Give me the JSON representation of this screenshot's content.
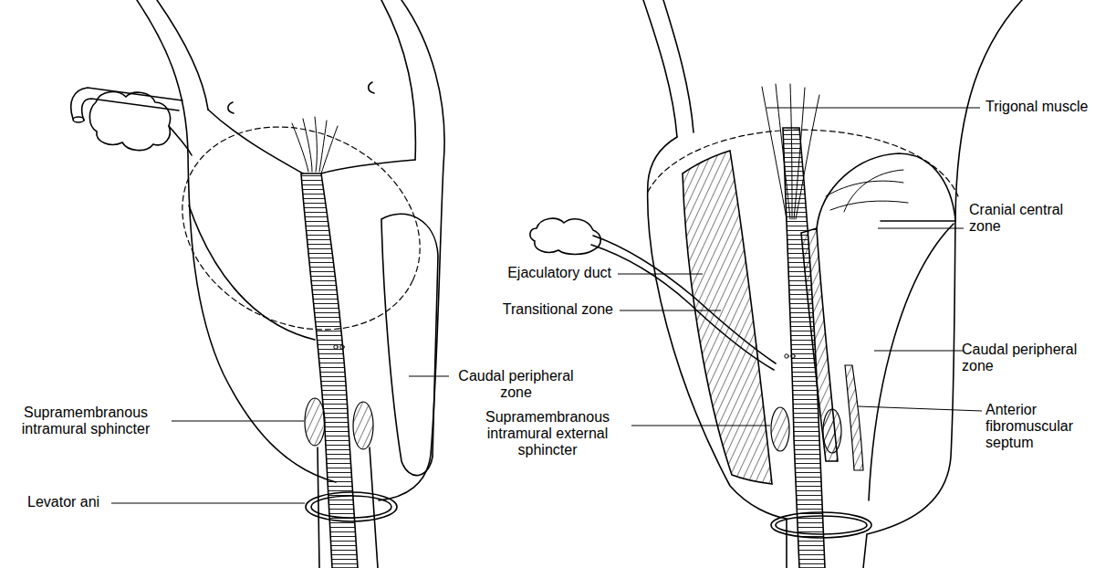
{
  "diagram": {
    "labels": [
      "Trigonal muscle",
      "Cranial central zone",
      "Ejaculatory duct",
      "Transitional zone",
      "Caudal peripheral zone",
      "Anterior fibromuscular septum",
      "Supramembranous intramural sphincter",
      "Caudal peripheral zone",
      "Supramembranous intramural external sphincter",
      "Levator ani"
    ]
  }
}
